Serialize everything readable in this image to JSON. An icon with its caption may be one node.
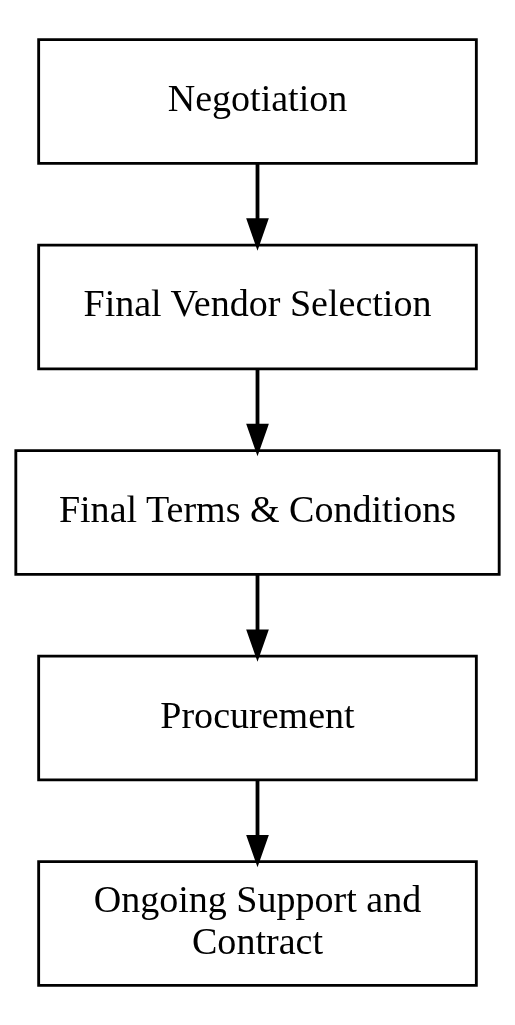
{
  "diagram": {
    "nodes": [
      {
        "text": [
          "Negotiation"
        ]
      },
      {
        "text": [
          "Final Vendor Selection"
        ]
      },
      {
        "text": [
          "Final Terms & Conditions"
        ]
      },
      {
        "text": [
          "Procurement"
        ]
      },
      {
        "text": [
          "Ongoing Support and Contract"
        ]
      }
    ],
    "edges": [
      {
        "from": 0,
        "to": 1,
        "arrow": "to"
      },
      {
        "from": 1,
        "to": 2,
        "arrow": "to"
      },
      {
        "from": 2,
        "to": 3,
        "arrow": "to"
      },
      {
        "from": 3,
        "to": 4,
        "arrow": "to"
      }
    ]
  }
}
